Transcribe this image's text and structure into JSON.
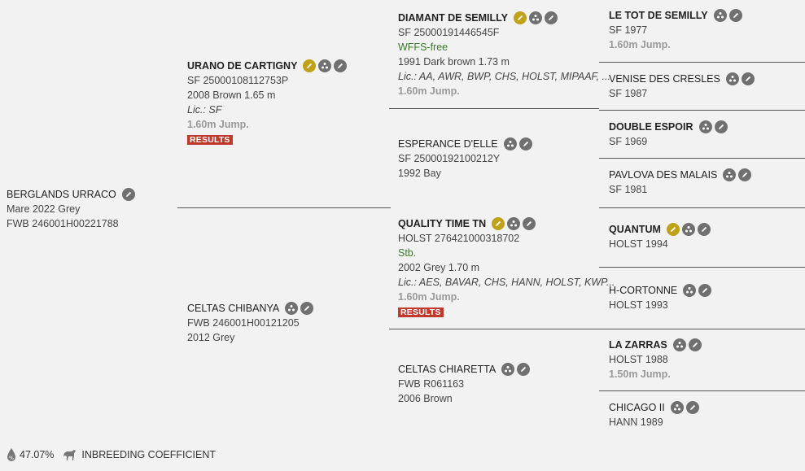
{
  "subject": {
    "name": "BERGLANDS URRACO",
    "line1": "Mare 2022 Grey",
    "line2": "FWB 246001H00221788"
  },
  "sire": {
    "name": "URANO DE CARTIGNY",
    "reg": "SF 25000108112753P",
    "details": "2008 Brown 1.65 m",
    "lic": "Lic.: SF",
    "jump": "1.60m Jump.",
    "results": "RESULTS"
  },
  "dam": {
    "name": "CELTAS CHIBANYA",
    "reg": "FWB 246001H00121205",
    "details": "2012 Grey"
  },
  "ss": {
    "name": "DIAMANT DE SEMILLY",
    "reg": "SF 25000191446545F",
    "note": "WFFS-free",
    "details": "1991 Dark brown 1.73 m",
    "lic": "Lic.: AA, AWR, BWP, CHS, HOLST, MIPAAF, ...",
    "jump": "1.60m Jump."
  },
  "sd": {
    "name": "ESPERANCE D'ELLE",
    "reg": "SF 25000192100212Y",
    "details": "1992 Bay"
  },
  "ds": {
    "name": "QUALITY TIME TN",
    "reg": "HOLST 276421000318702",
    "note": "Stb.",
    "details": "2002 Grey 1.70 m",
    "lic": "Lic.: AES, BAVAR, CHS, HANN, HOLST, KWP...",
    "jump": "1.60m Jump.",
    "results": "RESULTS"
  },
  "dd": {
    "name": "CELTAS CHIARETTA",
    "reg": "FWB R061163",
    "details": "2006 Brown"
  },
  "sss": {
    "name": "LE TOT DE SEMILLY",
    "reg": "SF 1977",
    "jump": "1.60m Jump."
  },
  "ssd": {
    "name": "VENISE DES CRESLES",
    "reg": "SF 1987"
  },
  "sds": {
    "name": "DOUBLE ESPOIR",
    "reg": "SF 1969"
  },
  "sdd": {
    "name": "PAVLOVA DES MALAIS",
    "reg": "SF 1981"
  },
  "dss": {
    "name": "QUANTUM",
    "reg": "HOLST 1994"
  },
  "dsd": {
    "name": "H-CORTONNE",
    "reg": "HOLST 1993"
  },
  "dds": {
    "name": "LA ZARRAS",
    "reg": "HOLST 1988",
    "jump": "1.50m Jump."
  },
  "ddd": {
    "name": "CHICAGO II",
    "reg": "HANN 1989"
  },
  "footer": {
    "percent": "47.07%",
    "label": "INBREEDING COEFFICIENT"
  }
}
